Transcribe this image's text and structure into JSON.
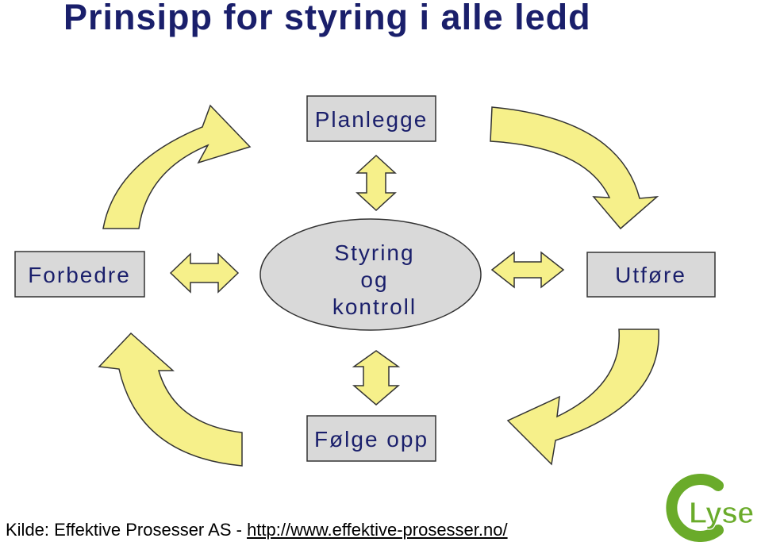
{
  "title": "Prinsipp for styring i alle ledd",
  "nodes": {
    "top": "Planlegge",
    "left": "Forbedre",
    "right": "Utføre",
    "bottom": "Følge opp",
    "center_lines": [
      "Styring",
      "og",
      "kontroll"
    ]
  },
  "source": {
    "prefix": "Kilde: Effektive Prosesser AS - ",
    "link": "http://www.effektive-prosesser.no/"
  },
  "logo": {
    "text": "Lyse"
  },
  "colors": {
    "title": "#1a1f6b",
    "arrow_fill": "#f6f08a",
    "box_fill": "#d9d9d9",
    "ellipse_fill": "#d9d9d9",
    "logo_green": "#6aab2a"
  }
}
